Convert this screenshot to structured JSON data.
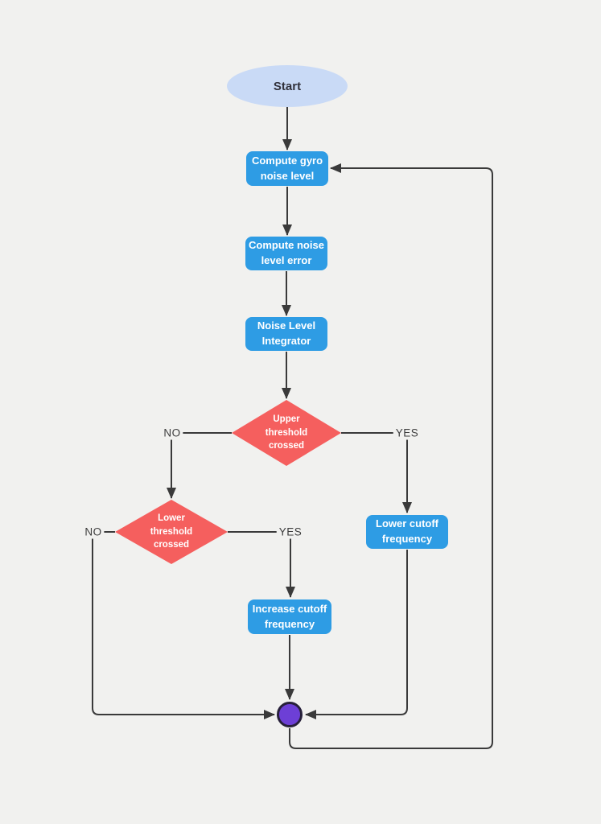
{
  "colors": {
    "background": "#f1f1ef",
    "connector": "#3a3a3a",
    "process_fill": "#2e9ce4",
    "decision_fill": "#f55f5e",
    "terminator_fill": "#c9daf6",
    "terminator_text": "#32323c",
    "junction_fill": "#6d3fd6",
    "junction_border": "#27203a",
    "node_text": "#ffffff",
    "edge_label_text": "#3d3d3d"
  },
  "diagram": {
    "type": "flowchart",
    "nodes": {
      "start": {
        "type": "terminator",
        "label": "Start"
      },
      "compute_gyro": {
        "type": "process",
        "label": "Compute gyro noise level"
      },
      "compute_error": {
        "type": "process",
        "label": "Compute noise level error"
      },
      "integrator": {
        "type": "process",
        "label": "Noise Level Integrator"
      },
      "upper_threshold": {
        "type": "decision",
        "label": "Upper threshold crossed"
      },
      "lower_threshold": {
        "type": "decision",
        "label": "Lower threshold crossed"
      },
      "lower_cutoff": {
        "type": "process",
        "label": "Lower cutoff frequency"
      },
      "increase_cutoff": {
        "type": "process",
        "label": "Increase cutoff frequency"
      },
      "junction": {
        "type": "junction",
        "label": ""
      }
    },
    "edge_labels": {
      "upper_no": "NO",
      "upper_yes": "YES",
      "lower_no": "NO",
      "lower_yes": "YES"
    },
    "edges": [
      {
        "from": "start",
        "to": "compute_gyro"
      },
      {
        "from": "compute_gyro",
        "to": "compute_error"
      },
      {
        "from": "compute_error",
        "to": "integrator"
      },
      {
        "from": "integrator",
        "to": "upper_threshold"
      },
      {
        "from": "upper_threshold",
        "to": "lower_threshold",
        "label": "NO"
      },
      {
        "from": "upper_threshold",
        "to": "lower_cutoff",
        "label": "YES"
      },
      {
        "from": "lower_threshold",
        "to": "junction",
        "label": "NO"
      },
      {
        "from": "lower_threshold",
        "to": "increase_cutoff",
        "label": "YES"
      },
      {
        "from": "increase_cutoff",
        "to": "junction"
      },
      {
        "from": "lower_cutoff",
        "to": "junction"
      },
      {
        "from": "junction",
        "to": "compute_gyro"
      }
    ]
  }
}
